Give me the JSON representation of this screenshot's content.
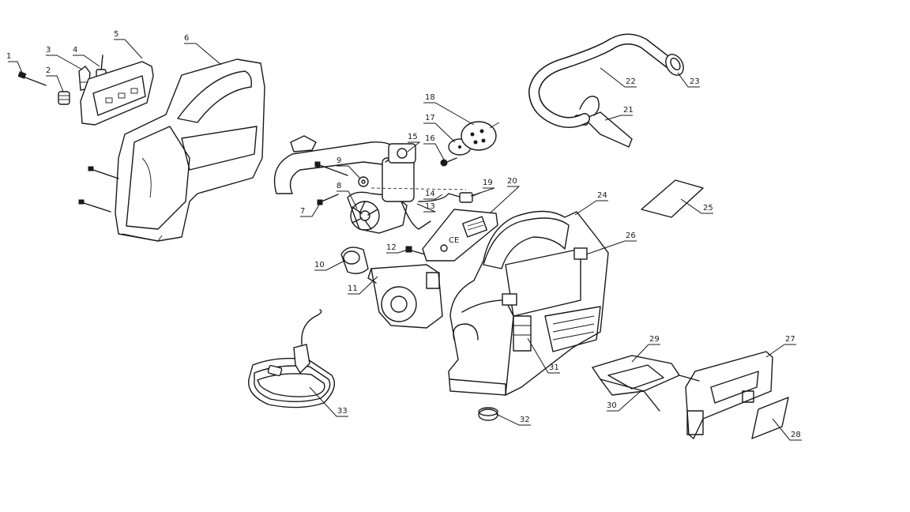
{
  "diagram": {
    "title": "Exploded parts diagram",
    "callouts": [
      "1",
      "2",
      "3",
      "4",
      "5",
      "6",
      "7",
      "8",
      "9",
      "10",
      "11",
      "12",
      "13",
      "14",
      "15",
      "16",
      "17",
      "18",
      "19",
      "20",
      "21",
      "22",
      "23",
      "24",
      "25",
      "26",
      "27",
      "28",
      "29",
      "30",
      "31",
      "32",
      "33"
    ]
  }
}
